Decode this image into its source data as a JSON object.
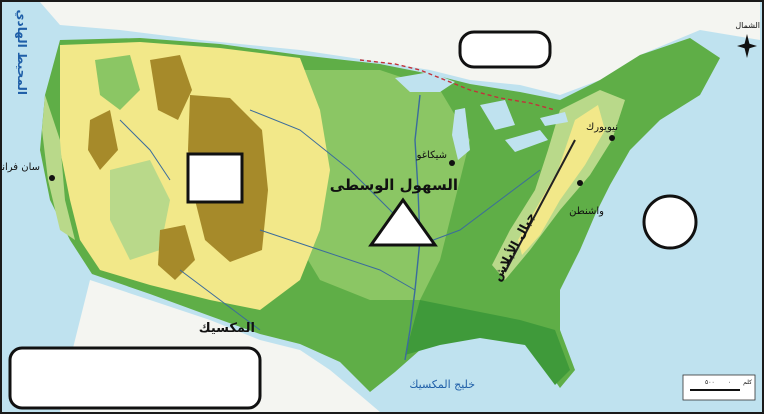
{
  "labels": {
    "north": "الشمال",
    "pacific": "المحيط الهادي",
    "san_francisco": "سان فرانسيسكو",
    "chicago": "شيكاغو",
    "new_york": "نيويورك",
    "washington": "واشنطن",
    "central_plains": "السهول الوسطى",
    "appalachian": "جبال الأبلاش",
    "mexico": "المكسيك",
    "gulf_of_mexico": "خليج المكسيك",
    "scale_left": "٥٠٠",
    "scale_mid": "٠",
    "scale_right": "كلم"
  },
  "colors": {
    "ocean": "#bfe2ef",
    "land_outside": "#f4f5f1",
    "lowland_green": "#5fae47",
    "plains_green": "#8bc664",
    "pale_green": "#b9d98a",
    "yellow": "#f2e889",
    "mountain": "#a68a2a",
    "dark_green": "#3f9a3a",
    "border_red": "#c2323a",
    "river": "#3b6c9c"
  },
  "shapes": [
    "rounded-rectangle-blank",
    "square-blank",
    "triangle-blank",
    "circle-blank",
    "rectangle-blank"
  ]
}
